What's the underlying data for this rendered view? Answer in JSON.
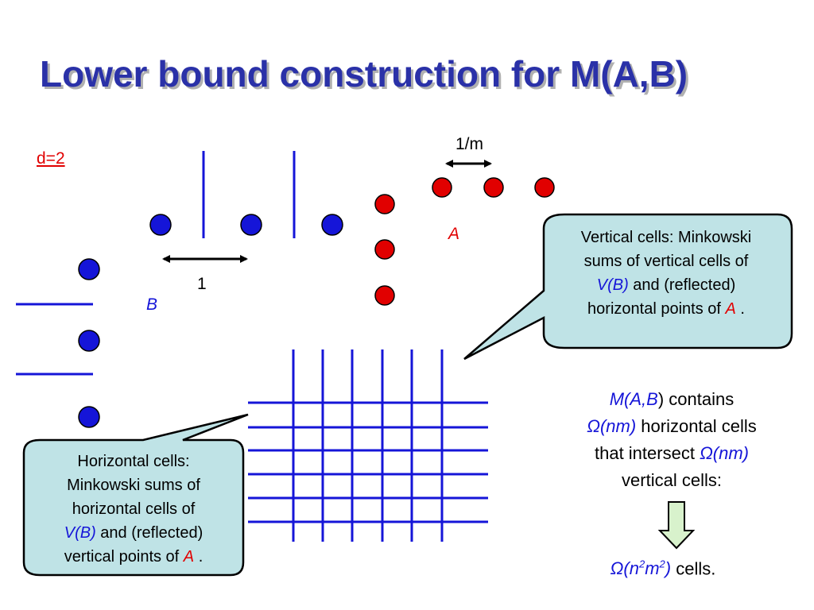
{
  "title": "Lower bound construction for M(A,B)",
  "d_label": "d=2",
  "labels": {
    "one_over_m": "1/m",
    "one": "1",
    "set_a": "A",
    "set_b": "B"
  },
  "callout_vertical": {
    "line1": "Vertical cells: Minkowski",
    "line2": "sums of vertical cells of",
    "vb": "V(B)",
    "line3_rest": " and (reflected)",
    "line4": "horizontal points of ",
    "a": "A",
    "end": " ."
  },
  "callout_horizontal": {
    "line1": "Horizontal cells:",
    "line2": "Minkowski sums of",
    "line3": "horizontal cells of",
    "vb": "V(B)",
    "line4_rest": " and (reflected)",
    "line5": "vertical points of ",
    "a": "A",
    "end": " ."
  },
  "note": {
    "mab": "M(A,B",
    "paren_contains": ") contains",
    "omega1": "Ω(nm)",
    "horizontal_cells": " horizontal cells",
    "that_intersect": "that intersect ",
    "omega2": "Ω(nm)",
    "vertical_cells": "vertical cells:"
  },
  "result": {
    "omega": "Ω(n",
    "sup1": "2",
    "m": "m",
    "sup2": "2",
    "close": ")",
    "cells": " cells."
  },
  "colors": {
    "title": "#2a31a8",
    "blue": "#1515d8",
    "red": "#e10000",
    "callout_fill": "#bfe3e6",
    "arrow_fill": "#d8f2cc"
  }
}
